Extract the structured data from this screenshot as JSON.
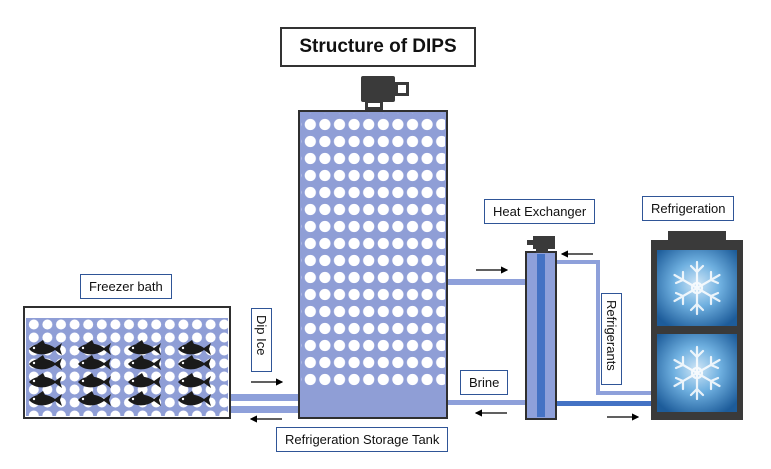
{
  "title": "Structure of DIPS",
  "labels": {
    "freezer_bath": "Freezer bath",
    "dip_ice": "Dip Ice",
    "brine": "Brine",
    "storage_tank": "Refrigeration Storage Tank",
    "heat_exchanger": "Heat Exchanger",
    "refrigeration": "Refrigeration",
    "refrigerants": "Refrigerants"
  },
  "colors": {
    "pipe": "#8ea0da",
    "pipe_dark": "#4472c4",
    "tank_fill": "#8f9ed6",
    "ice_bead": "#ffffff",
    "fish": "#1a1a1a",
    "unit_frame": "#3a3a3a",
    "snow_panel": "#5aa0d8"
  },
  "icons": [
    "pump-motor-icon",
    "fish-icon",
    "snowflake-icon",
    "flow-arrow-icon"
  ]
}
